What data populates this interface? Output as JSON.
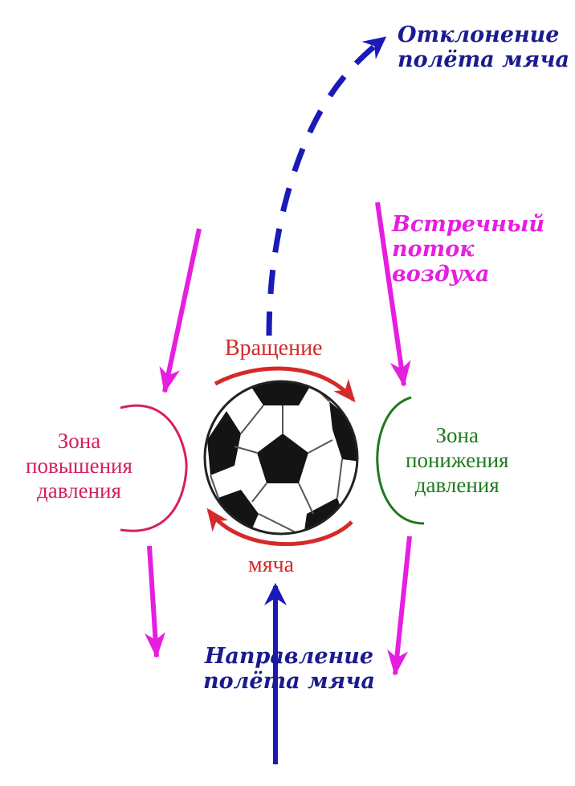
{
  "labels": {
    "deviation": [
      "Отклонение",
      "полёта мяча"
    ],
    "airflow": [
      "Встречный",
      "поток",
      "воздуха"
    ],
    "rotation_top": "Вращение",
    "rotation_bottom": "мяча",
    "high_zone": [
      "Зона",
      "повышения",
      "давления"
    ],
    "low_zone": [
      "Зона",
      "понижения",
      "давления"
    ],
    "direction": [
      "Направление",
      "полёта мяча"
    ]
  },
  "icons": {
    "ball": "soccer-ball-icon",
    "arrow": "arrow-icon"
  },
  "colors": {
    "blue": "#1a1ab8",
    "magenta": "#e61ee0",
    "red": "#d42a2a",
    "crimson": "#d6205c",
    "green": "#1f7a1f",
    "text_blue": "#1b1b8f"
  }
}
